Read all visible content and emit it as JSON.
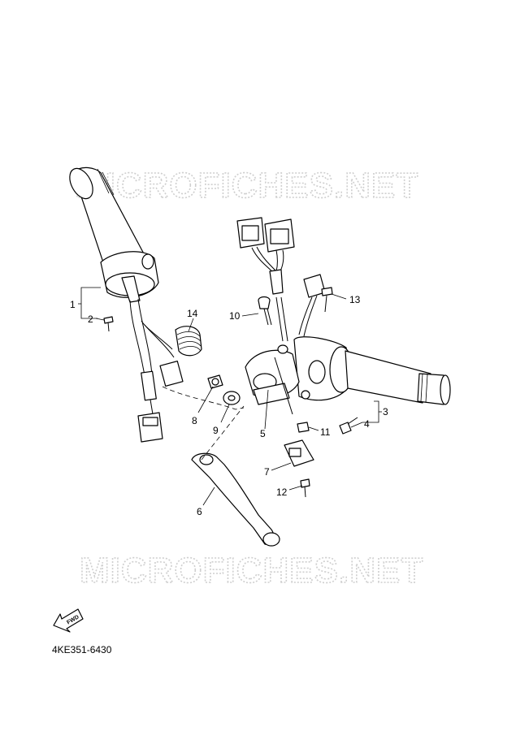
{
  "watermark": "MICROFICHES.NET",
  "part_code": "4KE351-6430",
  "fwd_label": "FWD",
  "callouts": [
    "1",
    "2",
    "3",
    "4",
    "5",
    "6",
    "7",
    "8",
    "9",
    "10",
    "11",
    "12",
    "13",
    "14"
  ]
}
